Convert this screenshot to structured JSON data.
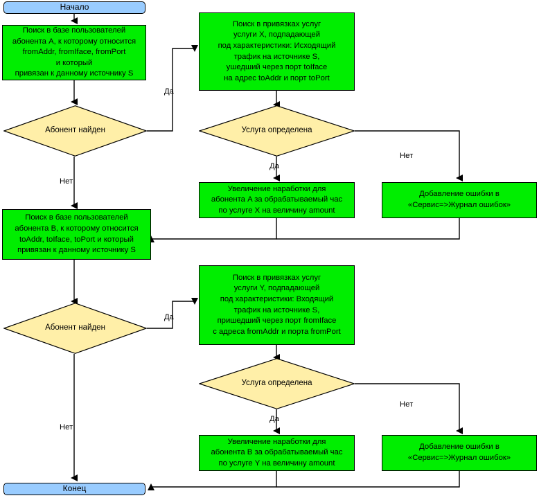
{
  "diagram": {
    "title": "Flowchart: traffic accounting per subscriber",
    "colors": {
      "terminal_fill": "#99ccff",
      "process_fill": "#00ee00",
      "decision_fill": "#ffefa8",
      "stroke": "#000000",
      "background": "#ffffff"
    },
    "nodes": {
      "start": {
        "label": "Начало",
        "shape": "terminal"
      },
      "search_user_a": {
        "label": "Поиск в базе пользователей\nабонента A, к которому относится\nfromAddr, fromIface, fromPort\nи который\nпривязан к данному источнику S",
        "shape": "process"
      },
      "subscriber_found_a": {
        "label": "Абонент найден",
        "shape": "decision"
      },
      "search_service_x": {
        "label": "Поиск в привязках услуг\nуслуги X, подпадающей\nпод характеристики: Исходящий\nтрафик на источнике S,\nушедший через порт toIface\nна адрес toAddr и порт toPort",
        "shape": "process"
      },
      "service_defined_x": {
        "label": "Услуга определена",
        "shape": "decision"
      },
      "increase_usage_a": {
        "label": "Увеличение наработки для\nабонента A за обрабатываемый час\nпо услуге X на величину amount",
        "shape": "process"
      },
      "add_error_x": {
        "label": "Добавление ошибки в\n«Сервис=>Журнал ошибок»",
        "shape": "process"
      },
      "search_user_b": {
        "label": "Поиск в базе пользователей\nабонента B, к которому относится\ntoAddr, toIface, toPort и который\nпривязан к данному источнику S",
        "shape": "process"
      },
      "subscriber_found_b": {
        "label": "Абонент найден",
        "shape": "decision"
      },
      "search_service_y": {
        "label": "Поиск в привязках услуг\nуслуги Y, подпадающей\nпод характеристики: Входящий\nтрафик на источнике S,\nпришедший через порт fromIface\nс адреса fromAddr и порта fromPort",
        "shape": "process"
      },
      "service_defined_y": {
        "label": "Услуга определена",
        "shape": "decision"
      },
      "increase_usage_b": {
        "label": "Увеличение наработки для\nабонента B за обрабатываемый час\nпо услуге Y на величину amount",
        "shape": "process"
      },
      "add_error_y": {
        "label": "Добавление ошибки в\n«Сервис=>Журнал ошибок»",
        "shape": "process"
      },
      "end": {
        "label": "Конец",
        "shape": "terminal"
      }
    },
    "edge_labels": {
      "yes_a": "Да",
      "no_a": "Нет",
      "yes_x": "Да",
      "no_x": "Нет",
      "yes_b": "Да",
      "no_b": "Нет",
      "yes_y": "Да",
      "no_y": "Нет"
    }
  }
}
